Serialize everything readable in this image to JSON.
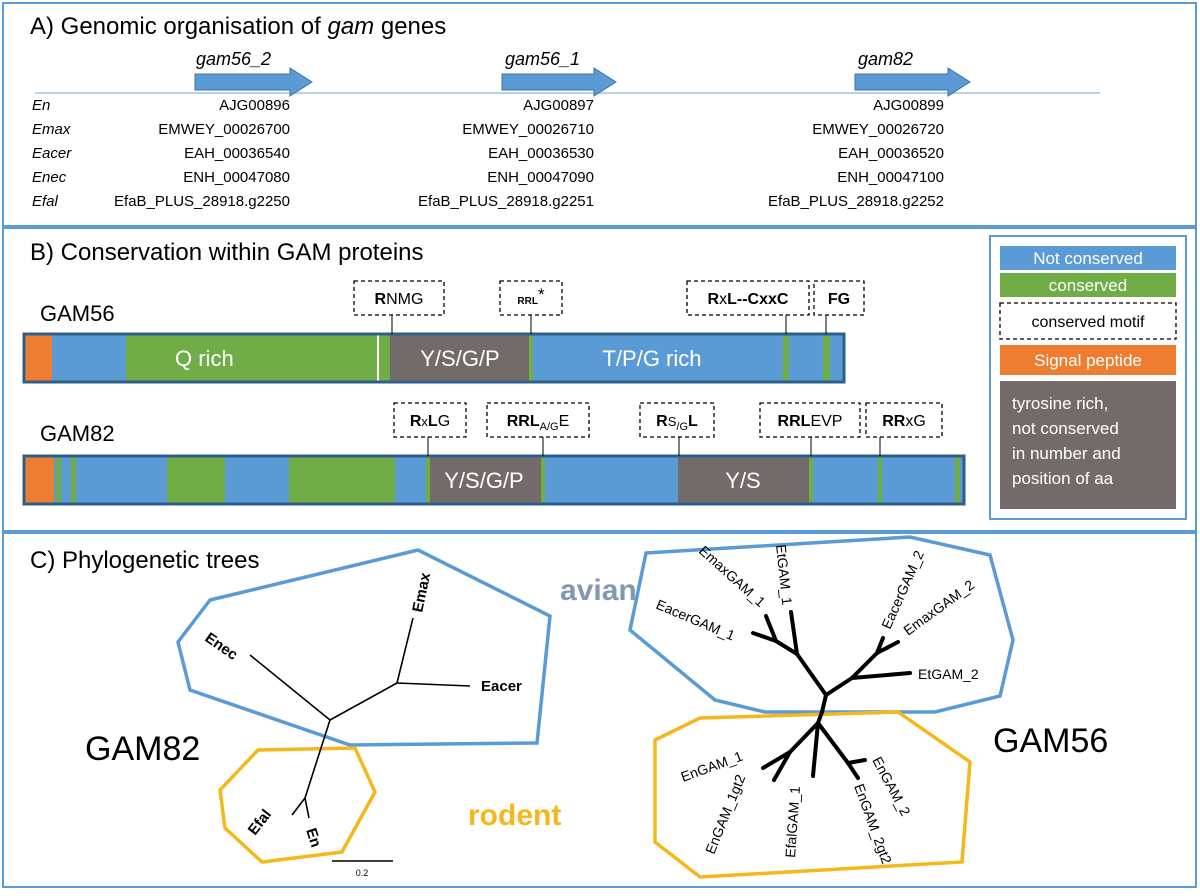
{
  "panel_a": {
    "title_pre": "A) Genomic organisation of ",
    "title_gene": "gam",
    "title_post": " genes",
    "genes": [
      {
        "name": "gam56_2",
        "ids": [
          "AJG00896",
          "EMWEY_00026700",
          "EAH_00036540",
          "ENH_00047080",
          "EfaB_PLUS_28918.g2250"
        ]
      },
      {
        "name": "gam56_1",
        "ids": [
          "AJG00897",
          "EMWEY_00026710",
          "EAH_00036530",
          "ENH_00047090",
          "EfaB_PLUS_28918.g2251"
        ]
      },
      {
        "name": "gam82",
        "ids": [
          "AJG00899",
          "EMWEY_00026720",
          "EAH_00036520",
          "ENH_00047100",
          "EfaB_PLUS_28918.g2252"
        ]
      }
    ],
    "species": [
      "En",
      "Emax",
      "Eacer",
      "Enec",
      "Efal"
    ]
  },
  "panel_b": {
    "title": "B) Conservation within GAM proteins",
    "gam56": {
      "name": "GAM56",
      "regions": [
        "Q rich",
        "Y/S/G/P",
        "T/P/G rich"
      ],
      "motifs": [
        {
          "b": "R",
          "rest": "NMG"
        },
        {
          "b": "RRL",
          "rest": "*"
        },
        {
          "b": "R",
          "x": "x",
          "b2": "L--CxxC"
        },
        {
          "b": "FG",
          "rest": ""
        }
      ]
    },
    "gam82": {
      "name": "GAM82",
      "regions": [
        "Y/S/G/P",
        "Y/S"
      ],
      "motifs": [
        {
          "b": "R",
          "x": "x",
          "b2": "L",
          "rest": "G"
        },
        {
          "b": "RRL",
          "sub": "A/G",
          "rest": "E"
        },
        {
          "b": "R",
          "x": "S",
          "sub": "/G",
          "b2": "L"
        },
        {
          "b": "RRL",
          "rest": "EVP"
        },
        {
          "b": "RR",
          "rest": "xG"
        }
      ]
    },
    "legend": {
      "not_conserved": "Not conserved",
      "conserved": "conserved",
      "motif": "conserved motif",
      "signal": "Signal peptide",
      "tyrosine_lines": [
        "tyrosine rich,",
        "not conserved",
        "in number and",
        "position of aa"
      ]
    },
    "colors": {
      "blue": "#5b9bd5",
      "green": "#70ad47",
      "orange": "#ed7d31",
      "gray": "#726b69",
      "border": "#2e5f8a"
    }
  },
  "panel_c": {
    "title": "C) Phylogenetic  trees",
    "gam82_label": "GAM82",
    "gam56_label": "GAM56",
    "avian": "avian",
    "rodent": "rodent",
    "scale": "0.2",
    "gam82_leaves": [
      "Enec",
      "Emax",
      "Eacer",
      "Efal",
      "En"
    ],
    "gam56_leaves": [
      "EmaxGAM_1",
      "EtGAM_1",
      "EacerGAM_1",
      "EacerGAM_2",
      "EmaxGAM_2",
      "EtGAM_2",
      "EnGAM_1",
      "EnGAM_1gt2",
      "EfalGAM_1",
      "EnGAM_2gt2",
      "EnGAM_2"
    ],
    "colors": {
      "avian": "#5b9bd5",
      "rodent": "#f5b81c",
      "avian_text": "#8497b0"
    }
  }
}
